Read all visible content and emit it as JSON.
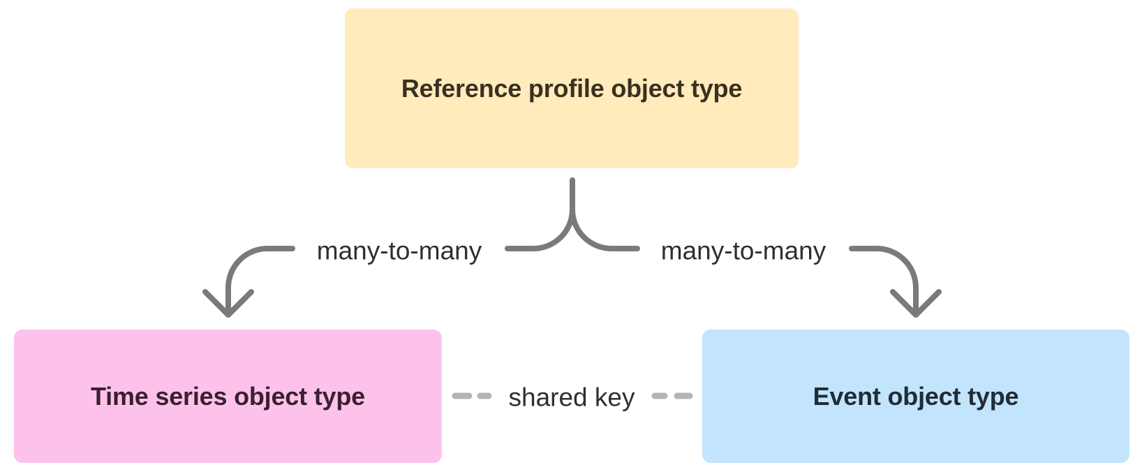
{
  "nodes": {
    "reference": {
      "label": "Reference profile object type",
      "fill": "#FFEBBB",
      "text_color": "#3A3020"
    },
    "time_series": {
      "label": "Time series object type",
      "fill": "#FDC2EB",
      "text_color": "#3A2030"
    },
    "event": {
      "label": "Event object type",
      "fill": "#C3E4FD",
      "text_color": "#202C36"
    }
  },
  "edges": {
    "ref_to_timeseries": {
      "label": "many-to-many",
      "style": "solid-arrow"
    },
    "ref_to_event": {
      "label": "many-to-many",
      "style": "solid-arrow"
    },
    "timeseries_event": {
      "label": "shared key",
      "style": "dashed"
    }
  },
  "colors": {
    "connector": "#7A7A7A",
    "dashed_connector": "#B4B4B4"
  }
}
